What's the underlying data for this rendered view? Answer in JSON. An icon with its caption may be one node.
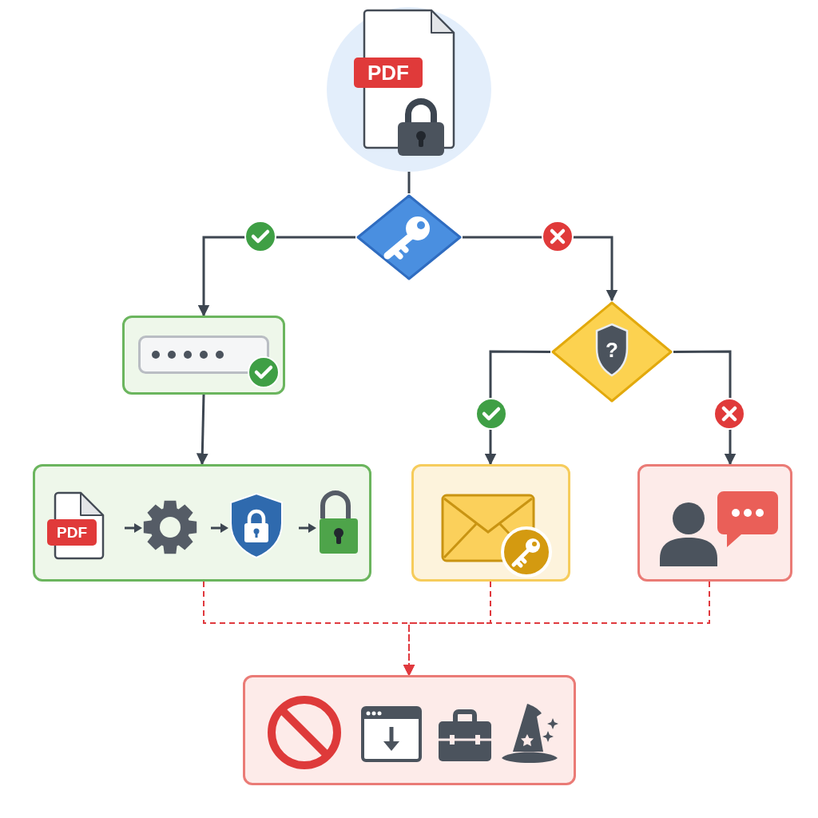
{
  "diagram": {
    "nodes": [
      {
        "text": [
          "PDF"
        ]
      },
      {
        "text": [],
        "shape": "diamond"
      },
      {
        "text": [],
        "shape": "box"
      },
      {
        "text": [
          "?"
        ]
      },
      {
        "text": [
          "PDF"
        ]
      },
      {
        "text": [],
        "shape": "box"
      },
      {
        "text": [],
        "shape": "box"
      },
      {
        "text": [],
        "shape": "box"
      }
    ],
    "edges": [
      {
        "from": 0,
        "to": 1,
        "arrow": "none"
      },
      {
        "from": 1,
        "to": 2,
        "arrow": "to"
      },
      {
        "from": 1,
        "to": 3,
        "arrow": "to"
      },
      {
        "from": 2,
        "to": 4,
        "arrow": "to"
      },
      {
        "from": 3,
        "to": 5,
        "arrow": "to"
      },
      {
        "from": 3,
        "to": 6,
        "arrow": "to"
      },
      {
        "from": 4,
        "to": 7,
        "arrow": "to",
        "style": "dashed",
        "color": "#e0393e"
      },
      {
        "from": 5,
        "to": 7,
        "arrow": "to",
        "style": "dashed",
        "color": "#e0393e"
      },
      {
        "from": 6,
        "to": 7,
        "arrow": "to",
        "style": "dashed",
        "color": "#e0393e"
      }
    ]
  }
}
